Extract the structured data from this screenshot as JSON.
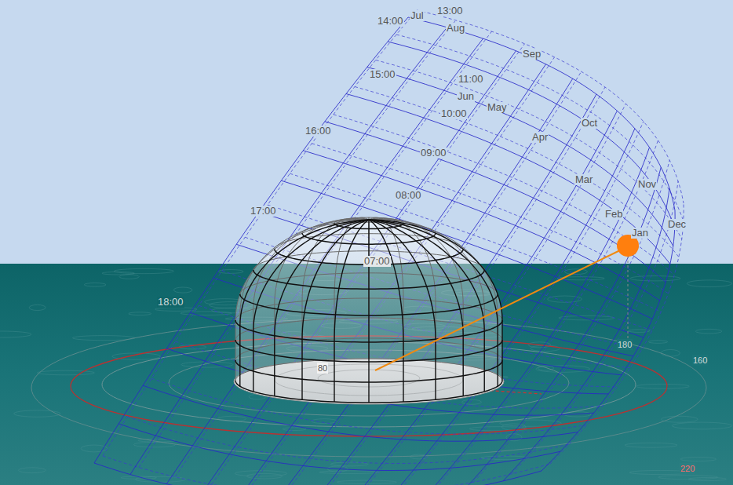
{
  "diagram": {
    "labels": [
      "14:00",
      "Jul",
      "13:00",
      "Aug",
      "15:00",
      "11:00",
      "Sep",
      "Jun",
      "May",
      "10:00",
      "Oct",
      "Apr",
      "16:00",
      "09:00",
      "Mar",
      "Nov",
      "08:00",
      "Feb",
      "17:00",
      "Jan",
      "Dec",
      "07:00",
      "18:00",
      "80",
      "180",
      "160",
      "220"
    ]
  }
}
